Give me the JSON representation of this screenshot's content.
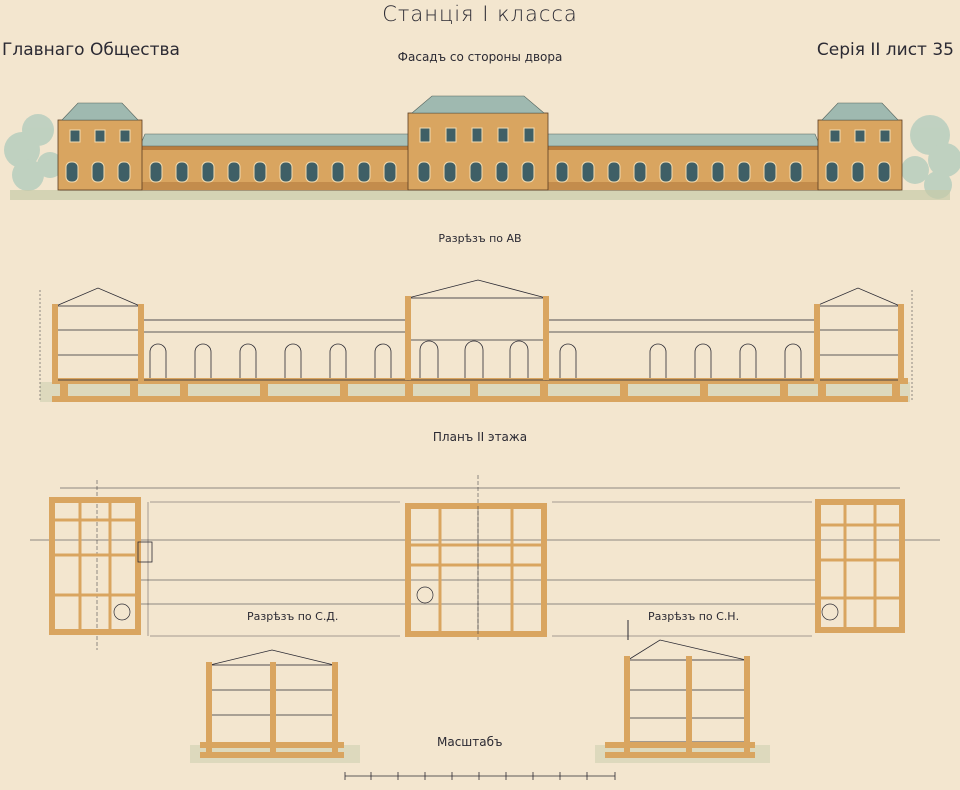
{
  "sheet": {
    "title": "Станція I класса",
    "company": "Главнаго Общества",
    "series": "Серія II лист 35",
    "facade_caption": "Фасадъ со стороны двора",
    "section_ab_caption": "Разрѣзъ по АВ",
    "plan_caption": "Планъ II этажа",
    "section_cd_caption": "Разрѣзъ по С.Д.",
    "section_cn_caption": "Разрѣзъ по С.Н.",
    "scale_caption": "Масштабъ"
  },
  "colors": {
    "paper": "#f3e6cf",
    "wall": "#d9a560",
    "wall_dark": "#b97d3e",
    "ink": "#2b2a33",
    "roof": "#9fb9b0",
    "foliage": "#a8c4b4",
    "ground": "#c9c9a8"
  }
}
